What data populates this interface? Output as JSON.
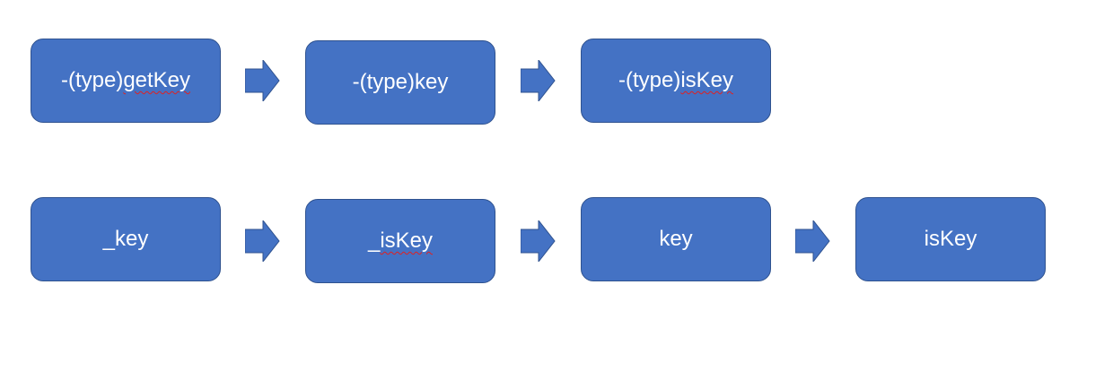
{
  "diagram": {
    "colors": {
      "node_fill": "#4472C4",
      "node_border": "#2F528F",
      "node_text": "#FFFFFF",
      "arrow_fill": "#4472C4",
      "spellcheck_underline": "#E02020"
    },
    "rows": [
      {
        "nodes": [
          {
            "prefix": "-(type)",
            "text": "getKey",
            "spellcheck": true
          },
          {
            "prefix": "-(type)key",
            "text": "",
            "spellcheck": false
          },
          {
            "prefix": "-(type)",
            "text": "isKey",
            "spellcheck": true
          }
        ]
      },
      {
        "nodes": [
          {
            "prefix": "_key",
            "text": "",
            "spellcheck": false
          },
          {
            "prefix": "_",
            "text": "isKey",
            "spellcheck": true
          },
          {
            "prefix": "key",
            "text": "",
            "spellcheck": false
          },
          {
            "prefix": "isKey",
            "text": "",
            "spellcheck": false
          }
        ]
      }
    ],
    "connector_icon": "right-block-arrow-icon"
  }
}
